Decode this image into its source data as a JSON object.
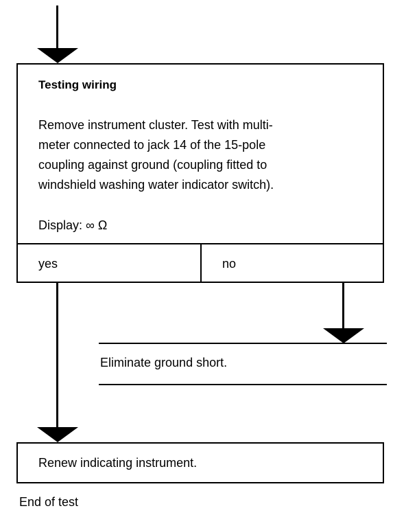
{
  "test_step": {
    "title": "Testing wiring",
    "instruction_lines": [
      "Remove instrument cluster. Test with multi-",
      "meter connected to jack 14 of the 15-pole",
      "coupling against ground (coupling fitted to",
      "windshield washing water indicator switch)."
    ],
    "display": "Display: ∞ Ω",
    "yes_label": "yes",
    "no_label": "no"
  },
  "no_branch": {
    "action": "Eliminate ground short."
  },
  "final_step": {
    "action": "Renew indicating instrument."
  },
  "footer": {
    "end_label": "End of test"
  }
}
